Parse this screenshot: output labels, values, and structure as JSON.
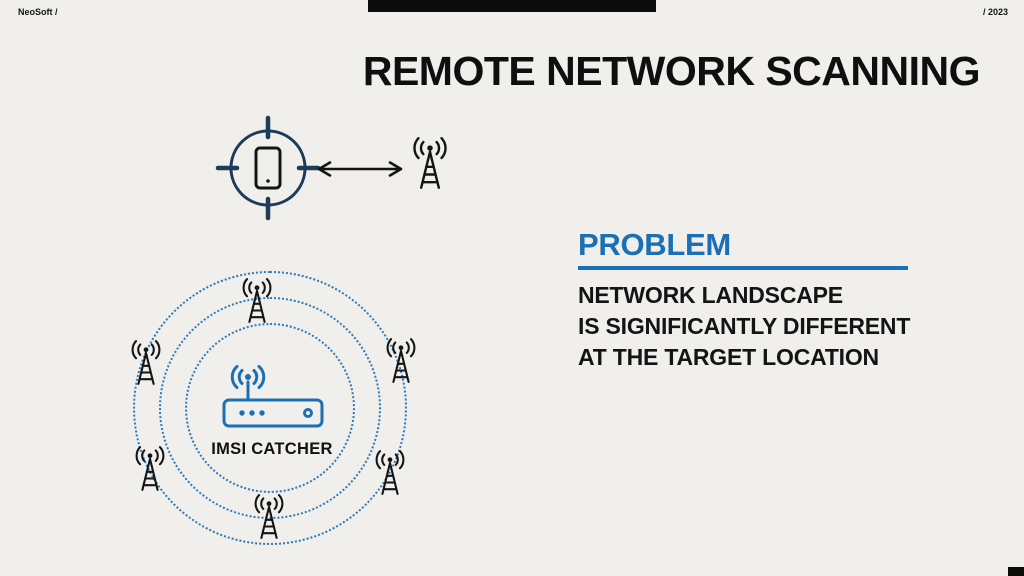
{
  "header": {
    "brand": "NeoSoft /",
    "year": "/ 2023",
    "title": "REMOTE NETWORK SCANNING"
  },
  "problem": {
    "heading": "PROBLEM",
    "lines": [
      "NETWORK LANDSCAPE",
      "IS SIGNIFICANTLY DIFFERENT",
      "AT THE TARGET LOCATION"
    ]
  },
  "diagram": {
    "imsi_label": "IMSI CATCHER",
    "tower_count": 6,
    "ring_count": 3
  },
  "colors": {
    "accent_blue": "#1a6fb5",
    "ring_blue": "#2d7ab8",
    "target_navy": "#1c3c58",
    "ink": "#141414",
    "background": "#f0efec"
  }
}
